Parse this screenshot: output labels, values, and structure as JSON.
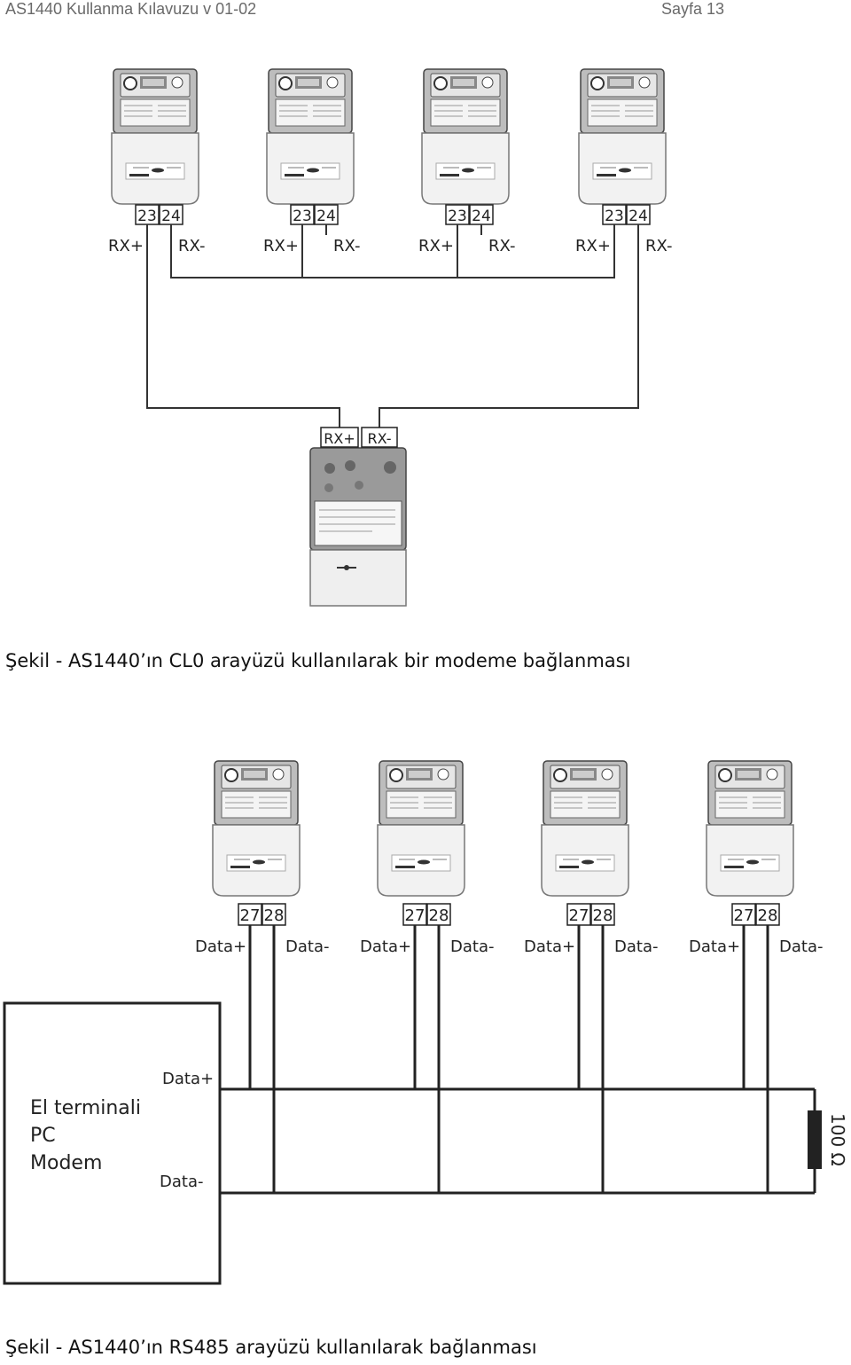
{
  "header": {
    "doc_title": "AS1440 Kullanma Kılavuzu  v 01-02",
    "page_label": "Sayfa 13"
  },
  "figure1": {
    "meters": [
      {
        "t1": "23",
        "t2": "24",
        "plus": "RX+",
        "minus": "RX-"
      },
      {
        "t1": "23",
        "t2": "24",
        "plus": "RX+",
        "minus": "RX-"
      },
      {
        "t1": "23",
        "t2": "24",
        "plus": "RX+",
        "minus": "RX-"
      },
      {
        "t1": "23",
        "t2": "24",
        "plus": "RX+",
        "minus": "RX-"
      }
    ],
    "modem": {
      "plus": "RX+",
      "minus": "RX-"
    },
    "caption": "Şekil - AS1440’ın CL0 arayüzü kullanılarak bir modeme bağlanması"
  },
  "figure2": {
    "meters": [
      {
        "t1": "27",
        "t2": "28",
        "plus": "Data+",
        "minus": "Data-"
      },
      {
        "t1": "27",
        "t2": "28",
        "plus": "Data+",
        "minus": "Data-"
      },
      {
        "t1": "27",
        "t2": "28",
        "plus": "Data+",
        "minus": "Data-"
      },
      {
        "t1": "27",
        "t2": "28",
        "plus": "Data+",
        "minus": "Data-"
      }
    ],
    "terminal": {
      "lines": [
        "El terminali",
        "PC",
        "Modem"
      ],
      "data_plus": "Data+",
      "data_minus": "Data-"
    },
    "resistor": "100 Ω",
    "caption": "Şekil - AS1440’ın RS485 arayüzü kullanılarak bağlanması"
  }
}
